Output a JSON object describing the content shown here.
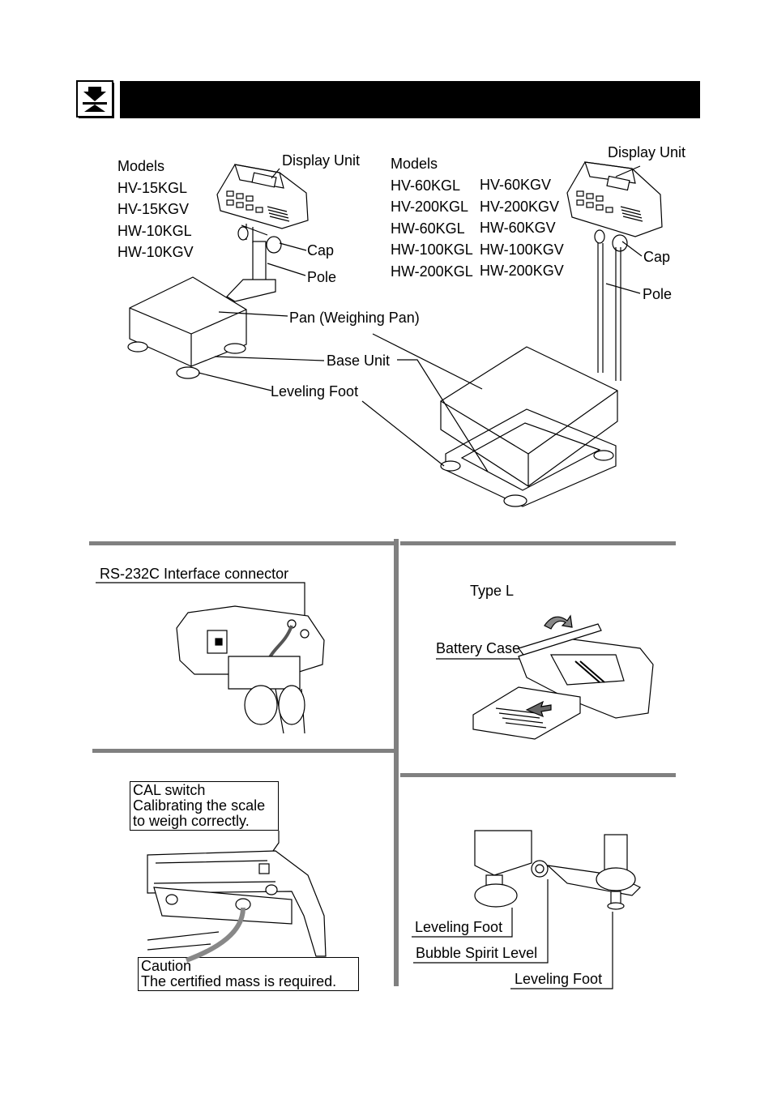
{
  "header": {
    "icon": "weigh-down-arrow-icon",
    "bar_color": "#000000"
  },
  "left_unit": {
    "models_title": "Models",
    "models": [
      "HV-15KGL",
      "HV-15KGV",
      "HW-10KGL",
      "HW-10KGV"
    ],
    "display_unit": "Display Unit",
    "cap": "Cap",
    "pole": "Pole"
  },
  "right_unit": {
    "models_title": "Models",
    "models_col1": [
      "HV-60KGL",
      "HV-200KGL",
      "HW-60KGL",
      "HW-100KGL",
      "HW-200KGL"
    ],
    "models_col2": [
      "HV-60KGV",
      "HV-200KGV",
      "HW-60KGV",
      "HW-100KGV",
      "HW-200KGV"
    ],
    "display_unit": "Display Unit",
    "cap": "Cap",
    "pole": "Pole"
  },
  "shared": {
    "pan": "Pan (Weighing Pan)",
    "base_unit": "Base Unit",
    "leveling_foot": "Leveling Foot"
  },
  "panel_rs232": {
    "label": "RS-232C Interface connector"
  },
  "panel_battery": {
    "type": "Type L",
    "battery_case": "Battery Case"
  },
  "panel_cal": {
    "line1": "CAL switch",
    "line2": "Calibrating the scale",
    "line3": "to weigh correctly.",
    "caution_title": "Caution",
    "caution_text": "The certified mass is required."
  },
  "panel_level": {
    "leveling_foot_left": "Leveling Foot",
    "bubble_level": "Bubble Spirit Level",
    "leveling_foot_right": "Leveling Foot"
  }
}
